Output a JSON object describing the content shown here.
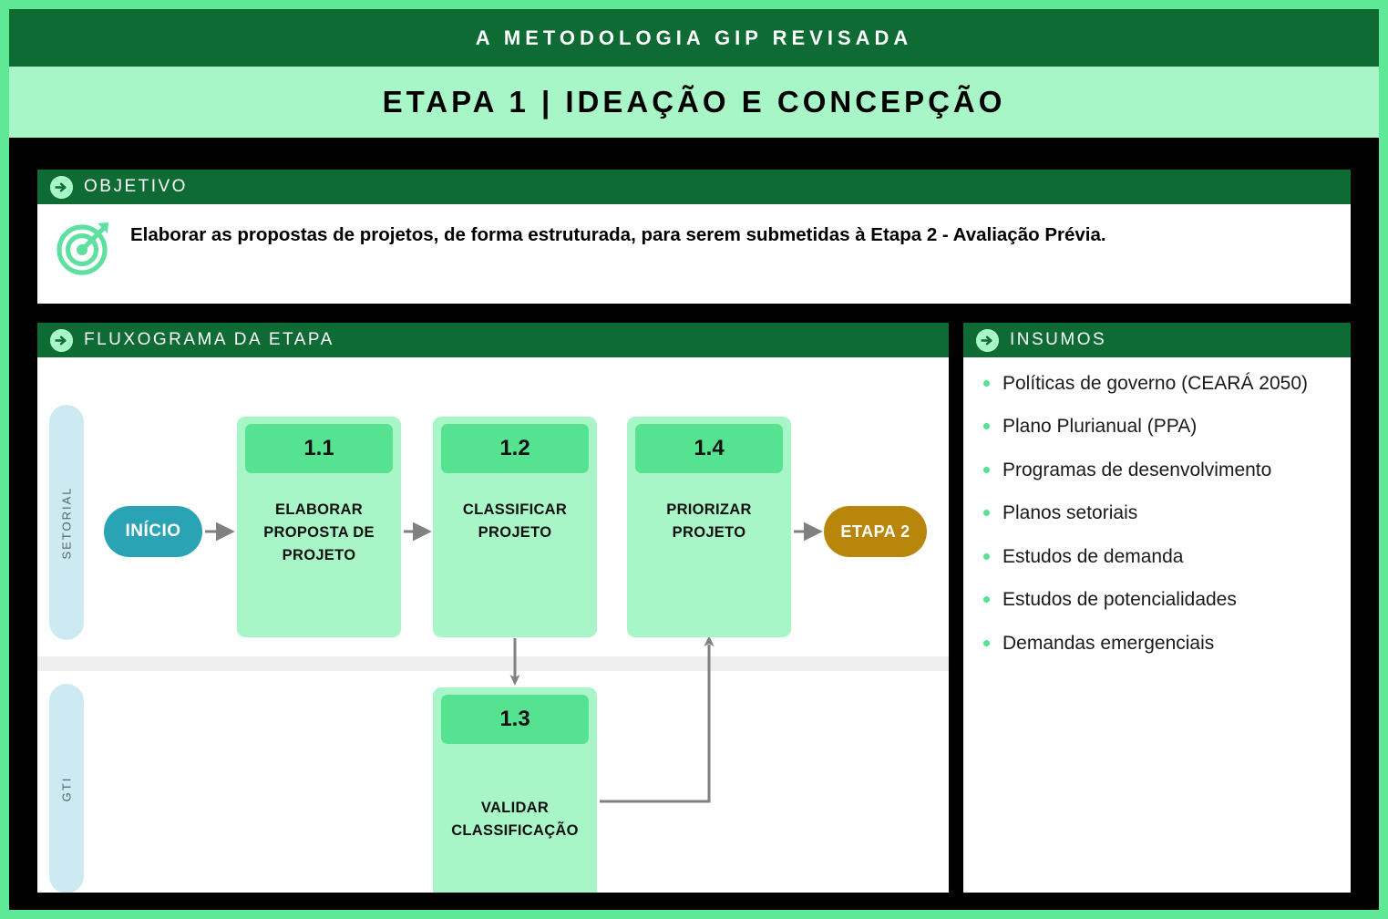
{
  "header": {
    "top_title": "A METODOLOGIA GIP REVISADA",
    "stage_title": "ETAPA 1 | IDEAÇÃO E CONCEPÇÃO"
  },
  "objetivo": {
    "section_label": "OBJETIVO",
    "icon": "target-icon",
    "text": "Elaborar as propostas de projetos, de forma estruturada, para serem submetidas à Etapa 2 - Avaliação Prévia."
  },
  "fluxograma": {
    "section_label": "FLUXOGRAMA DA ETAPA",
    "lanes": [
      {
        "id": "setorial",
        "label": "SETORIAL"
      },
      {
        "id": "gti",
        "label": "GTI"
      }
    ],
    "terminators": [
      {
        "id": "inicio",
        "label": "INÍCIO",
        "color": "#2AA3B5"
      },
      {
        "id": "etapa2",
        "label": "ETAPA 2",
        "color": "#B8860B"
      }
    ],
    "steps": [
      {
        "id": "11",
        "number": "1.1",
        "label": "ELABORAR PROPOSTA DE PROJETO",
        "lane": "setorial"
      },
      {
        "id": "12",
        "number": "1.2",
        "label": "CLASSIFICAR PROJETO",
        "lane": "setorial"
      },
      {
        "id": "14",
        "number": "1.4",
        "label": "PRIORIZAR PROJETO",
        "lane": "setorial"
      },
      {
        "id": "13",
        "number": "1.3",
        "label": "VALIDAR CLASSIFICAÇÃO",
        "lane": "gti"
      }
    ]
  },
  "insumos": {
    "section_label": "INSUMOS",
    "items": [
      "Políticas de governo (CEARÁ 2050)",
      "Plano Plurianual (PPA)",
      "Programas de desenvolvimento",
      "Planos setoriais",
      "Estudos de demanda",
      "Estudos de potencialidades",
      "Demandas emergenciais"
    ]
  },
  "colors": {
    "brand_dark_green": "#0D6B33",
    "brand_mint": "#A8F5C8",
    "brand_bright_green": "#5FE896",
    "badge_green": "#55E391",
    "lane_blue": "#CDEAF2",
    "teal": "#2AA3B5",
    "amber": "#B8860B",
    "connector_gray": "#808080",
    "black": "#000000"
  }
}
